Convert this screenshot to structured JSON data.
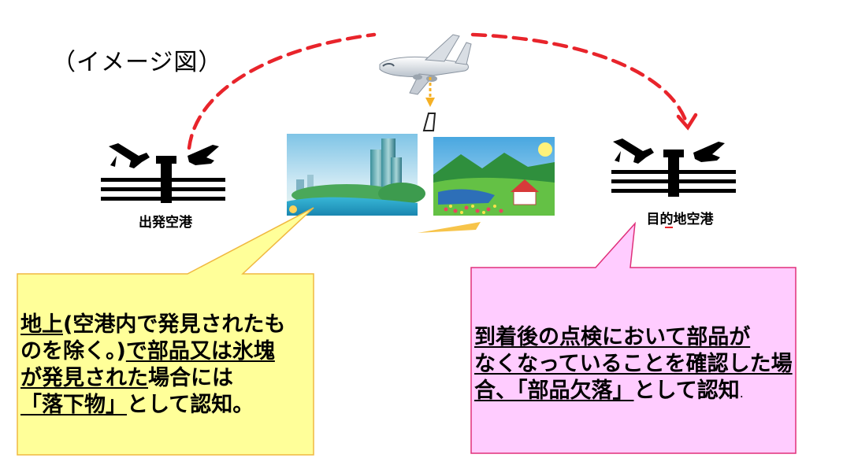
{
  "caption": "（イメージ図）",
  "departure_label": "出発空港",
  "arrival_label": "目的地空港",
  "left_bubble": {
    "line1_a": "地上",
    "line1_b": "(空港内で発見されたも",
    "line2_a": "のを除く。)",
    "line2_b": "で部品又は氷塊",
    "line3_a": "が発見された",
    "line3_b": "場合には",
    "line4_a": "「落下物」",
    "line4_b": "として認知。"
  },
  "right_bubble": {
    "line1": "到着後の点検において部品が",
    "line2": "なくなっていることを確認した場",
    "line3_a": "合、",
    "line3_b": "「部品欠落」",
    "line3_c": "として認知",
    "line3_d": "."
  },
  "colors": {
    "flight_path": "#e8242b",
    "fall_arrow": "#f5b025",
    "left_bubble_fill": "#ffff99",
    "left_bubble_border": "#f0b840",
    "right_bubble_fill": "#ffccff",
    "right_bubble_border": "#e0307a"
  }
}
